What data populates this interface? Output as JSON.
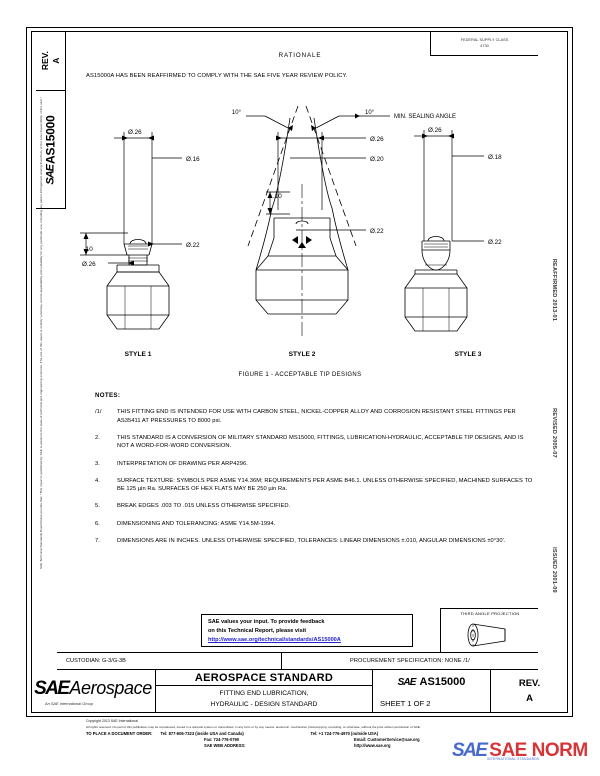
{
  "document": {
    "rationale_title": "RATIONALE",
    "rationale_body": "AS15000A HAS BEEN REAFFIRMED TO COMPLY WITH THE SAE FIVE YEAR REVIEW POLICY.",
    "figure_caption": "FIGURE 1 - ACCEPTABLE TIP DESIGNS",
    "min_sealing_angle": "MIN. SEALING ANGLE",
    "angle_label": "10°"
  },
  "header_boxes": {
    "rev_label": "REV.",
    "rev_value": "A",
    "designator_sae": "SAE",
    "designator_number": "AS15000",
    "fsc_line1": "FEDERAL SUPPLY CLASS",
    "fsc_line2": "4730"
  },
  "revision_history": [
    {
      "label": "REAFFIRMED 2013-01"
    },
    {
      "label": "REVISED 2005-07"
    },
    {
      "label": "ISSUED 2001-09"
    }
  ],
  "legal_strip": "SAE Technical Standards Board Rules provide that: \"This report is published by SAE to advance the state of technical and engineering sciences. The use of this report is entirely voluntary, and its applicability and suitability for any particular use, including any patent infringement arising therefrom, is the sole responsibility of the user.\"",
  "styles": [
    {
      "name": "STYLE 1",
      "dims": [
        {
          "label": "Ø.26",
          "position": "top"
        },
        {
          "label": "Ø.16",
          "position": "right-upper"
        },
        {
          "label": "Ø.22",
          "position": "right-lower"
        },
        {
          "label": "Ø.26",
          "position": "left-lower"
        },
        {
          "label": ".10",
          "position": "left-height"
        }
      ]
    },
    {
      "name": "STYLE 2",
      "dims": [
        {
          "label": "Ø.26",
          "position": "top"
        },
        {
          "label": "Ø.20",
          "position": "right-upper"
        },
        {
          "label": "Ø.22",
          "position": "right-lower"
        },
        {
          "label": ".10",
          "position": "left-height"
        }
      ]
    },
    {
      "name": "STYLE 3",
      "dims": [
        {
          "label": "Ø.26",
          "position": "top"
        },
        {
          "label": "Ø.18",
          "position": "right-upper"
        },
        {
          "label": "Ø.22",
          "position": "right-lower"
        }
      ]
    }
  ],
  "notes": {
    "heading": "NOTES:",
    "items": [
      {
        "num": "/1/",
        "text": "THIS FITTING END IS INTENDED FOR USE WITH CARBON STEEL, NICKEL-COPPER ALLOY AND CORROSION RESISTANT STEEL FITTINGS PER AS35411 AT PRESSURES TO 8000 psi."
      },
      {
        "num": "2.",
        "text": "THIS STANDARD IS A CONVERSION OF MILITARY STANDARD MS15000, FITTINGS, LUBRICATION-HYDRAULIC, ACCEPTABLE TIP DESIGNS, AND IS NOT A WORD-FOR-WORD CONVERSION."
      },
      {
        "num": "3.",
        "text": "INTERPRETATION OF DRAWING PER ARP4296."
      },
      {
        "num": "4.",
        "text": "SURFACE TEXTURE:  SYMBOLS PER ASME Y14.36M; REQUIREMENTS PER ASME B46.1.  UNLESS OTHERWISE SPECIFIED, MACHINED SURFACES TO BE 125 µin Ra.  SURFACES OF HEX FLATS MAY BE 250 µin Ra."
      },
      {
        "num": "5.",
        "text": "BREAK EDGES .003 TO .015 UNLESS OTHERWISE SPECIFIED."
      },
      {
        "num": "6.",
        "text": "DIMENSIONING AND TOLERANCING:  ASME Y14.5M-1994."
      },
      {
        "num": "7.",
        "text": "DIMENSIONS ARE IN INCHES.  UNLESS OTHERWISE SPECIFIED, TOLERANCES:  LINEAR DIMENSIONS ±.010, ANGULAR DIMENSIONS ±0°30'."
      }
    ]
  },
  "feedback": {
    "line1": "SAE values your input. To provide feedback",
    "line2": "on this Technical Report, please visit",
    "link": "http://www.sae.org/technical/standards/AS15000A",
    "link_color": "#2222cc"
  },
  "projection": {
    "label": "THIRD ANGLE PROJECTION"
  },
  "custodian": {
    "left": "CUSTODIAN: G-3/G-3B",
    "right": "PROCUREMENT SPECIFICATION: NONE /1/"
  },
  "title_block": {
    "logo_sae": "SAE",
    "logo_aerospace": "Aerospace",
    "logo_sub": "An SAE International Group",
    "standard_type": "AEROSPACE STANDARD",
    "title_line1": "FITTING END LUBRICATION,",
    "title_line2": "HYDRAULIC - DESIGN STANDARD",
    "doc_mark": "SAE",
    "doc_number": "AS15000",
    "sheet": "SHEET 1 OF 2",
    "rev_label": "REV.",
    "rev_value": "A"
  },
  "footer": {
    "copyright": "Copyright 2013 SAE International",
    "rights": "All rights reserved.  No part of this publication may be reproduced, stored in a retrieval system or transmitted, in any form or by any means, electronic, mechanical, photocopying, recording, or otherwise, without the prior written permission of SAE.",
    "order_label": "TO PLACE A DOCUMENT ORDER:",
    "order_tel_us": "Tel:  877-606-7323 (inside USA and Canada)",
    "order_tel_intl": "Tel:  +1 724-776-4970 (outside USA)",
    "order_fax": "Fax:  724-776-0790",
    "order_email": "Email: CustomerService@sae.org",
    "web_label": "SAE WEB ADDRESS:",
    "web_value": "http://www.sae.org"
  },
  "watermark": {
    "mark": "SAE",
    "word": "SAE NORM",
    "sub": "INTERNATIONAL STANDARDS",
    "blue": "#3a5fc8",
    "red": "#d4252a"
  }
}
